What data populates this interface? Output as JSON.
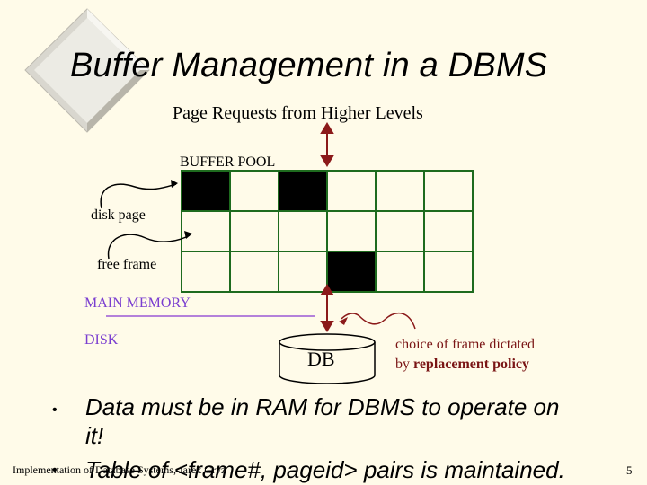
{
  "title": "Buffer Management in a DBMS",
  "diagram": {
    "page_requests_label": "Page Requests from Higher Levels",
    "buffer_pool_label": "BUFFER POOL",
    "disk_page_label": "disk page",
    "free_frame_label": "free frame",
    "main_memory_label": "MAIN MEMORY",
    "disk_label": "DISK",
    "db_label": "DB",
    "choice_label_prefix": "choice of frame dictated",
    "choice_label_by": "by ",
    "choice_label_bold": "replacement policy",
    "grid_rows": 3,
    "grid_cols": 6,
    "filled_cells": [
      [
        0,
        0
      ],
      [
        0,
        2
      ],
      [
        2,
        3
      ]
    ],
    "colors": {
      "grid": "#1e6b1e",
      "filled": "#000000",
      "arrow": "#8b1a1a",
      "line": "#9b59d6"
    }
  },
  "bullets": [
    {
      "line1": "Data must be in RAM for DBMS to operate on",
      "line2": "it!"
    },
    {
      "line1": "Table of <frame#, pageid> pairs is maintained."
    }
  ],
  "footer": "Implementation of Database Systems, Jarek Gryz",
  "page_number": "5"
}
